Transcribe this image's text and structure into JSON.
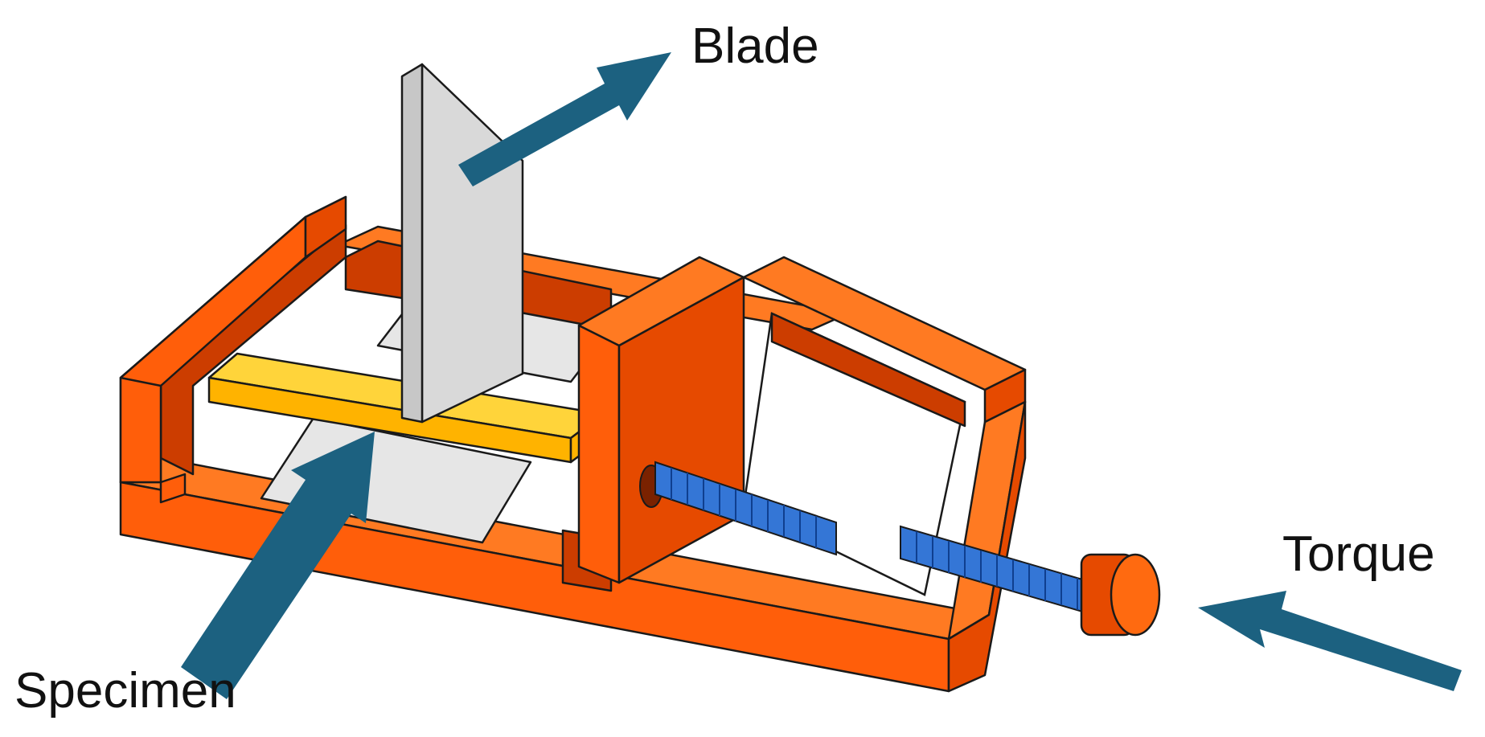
{
  "labels": {
    "blade": "Blade",
    "specimen": "Specimen",
    "torque": "Torque"
  },
  "colors": {
    "vise_front": "#ff5e0a",
    "vise_top": "#ff7a22",
    "vise_dark": "#cc3d00",
    "vise_side": "#e64a00",
    "blade": "#d9d9d9",
    "specimen_top": "#ffd43a",
    "specimen_side": "#ffb300",
    "plate": "#e6e6e6",
    "screw": "#3476d6",
    "arrow": "#1c6180"
  },
  "icons": {
    "blade_arrow": "arrow-icon",
    "specimen_arrow": "arrow-icon",
    "torque_arrow": "arrow-icon"
  }
}
